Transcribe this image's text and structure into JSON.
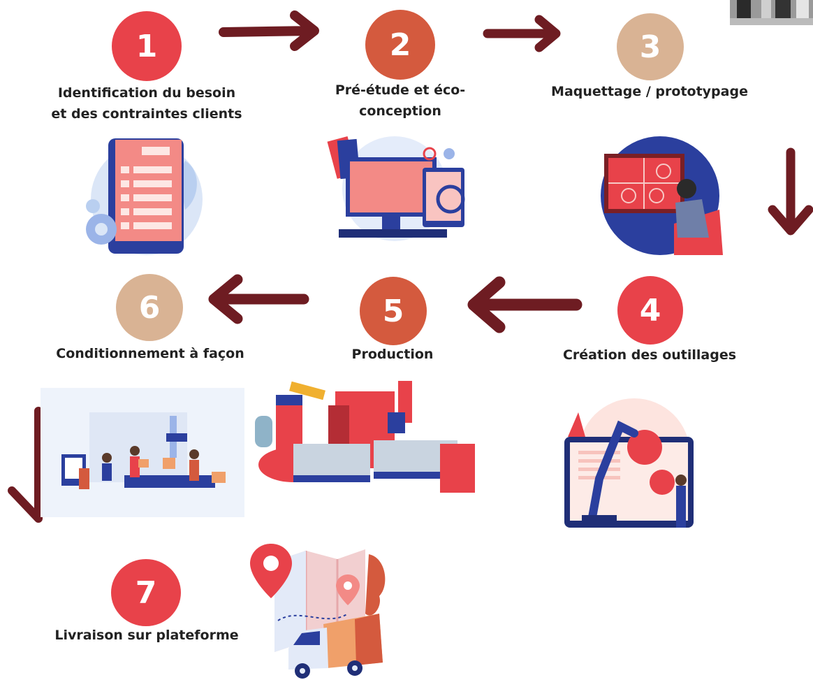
{
  "colors": {
    "red": "#e8424a",
    "orange": "#d45a3e",
    "tan": "#d9b394",
    "arrow": "#6e1c22"
  },
  "steps": [
    {
      "number": "1",
      "label_lines": [
        "Identification du besoin",
        "et des contraintes clients"
      ]
    },
    {
      "number": "2",
      "label_lines": [
        "Pré-étude et éco-",
        "conception"
      ]
    },
    {
      "number": "3",
      "label_lines": [
        "Maquettage / prototypage"
      ]
    },
    {
      "number": "4",
      "label_lines": [
        "Création des outillages"
      ]
    },
    {
      "number": "5",
      "label_lines": [
        "Production"
      ]
    },
    {
      "number": "6",
      "label_lines": [
        "Conditionnement à façon"
      ]
    },
    {
      "number": "7",
      "label_lines": [
        "Livraison sur plateforme"
      ]
    }
  ]
}
